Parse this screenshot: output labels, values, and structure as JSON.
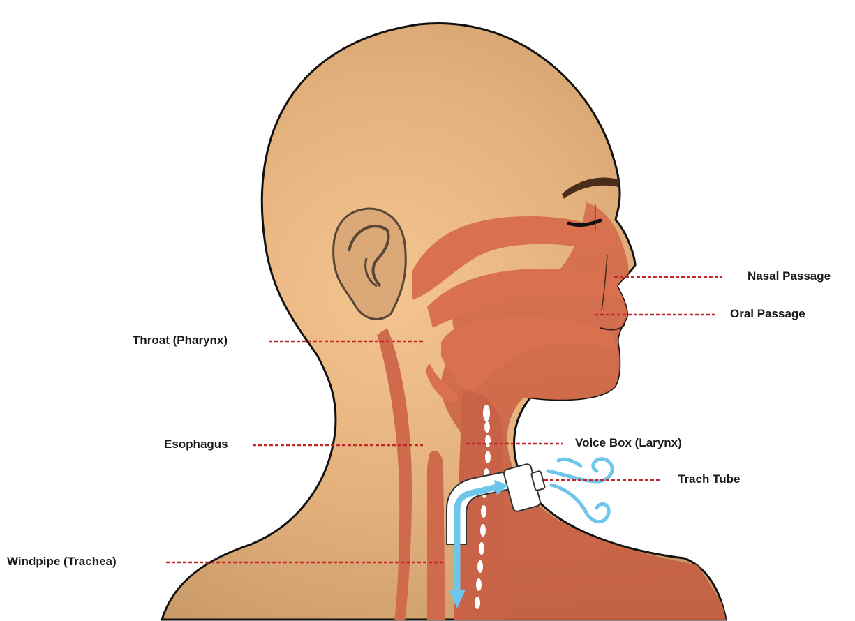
{
  "labels": {
    "nasal_passage": "Nasal Passage",
    "oral_passage": "Oral Passage",
    "throat": "Throat (Pharynx)",
    "esophagus": "Esophagus",
    "voice_box": "Voice Box (Larynx)",
    "trach_tube": "Trach Tube",
    "windpipe": "Windpipe (Trachea)"
  },
  "colors": {
    "skin": "#dba877",
    "airway": "#d9714f",
    "leader": "#c1272d",
    "airflow": "#6ec6ea",
    "outline": "#111111"
  }
}
